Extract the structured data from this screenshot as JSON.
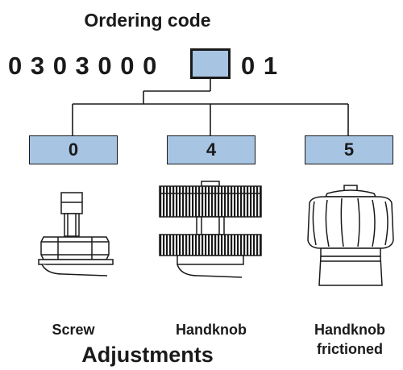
{
  "title": "Ordering code",
  "code": {
    "prefix": "0 3 0 3 0 0 0",
    "suffix": "0 1"
  },
  "options": [
    {
      "code": "0",
      "label": "Screw"
    },
    {
      "code": "4",
      "label": "Handknob"
    },
    {
      "code": "5",
      "label_line1": "Handknob",
      "label_line2": "frictioned"
    }
  ],
  "footer": "Adjustments",
  "colors": {
    "box_fill": "#a7c4e2",
    "outline": "#1a1a1a"
  }
}
